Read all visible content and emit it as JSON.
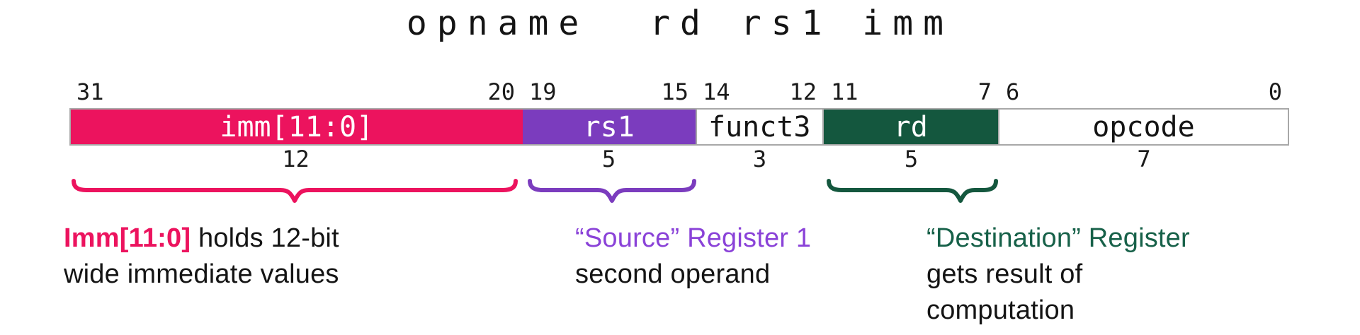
{
  "title": {
    "text": "opname  rd rs1 imm"
  },
  "colors": {
    "imm_pink": "#EC135E",
    "rs1_purple": "#7B3CBE",
    "rd_green": "#14573E",
    "white_field": "#FFFFFF",
    "border_gray": "#A8A8A8",
    "note_purple": "#8A42D8",
    "note_green": "#176149",
    "ink": "#141414"
  },
  "fields": [
    {
      "name": "imm",
      "label": "imm[11:0]",
      "high_bit": "31",
      "low_bit": "20",
      "width_bits": "12",
      "bg": "#EC135E",
      "fg": "#FFFFFF"
    },
    {
      "name": "rs1",
      "label": "rs1",
      "high_bit": "19",
      "low_bit": "15",
      "width_bits": "5",
      "bg": "#7B3CBE",
      "fg": "#FFFFFF"
    },
    {
      "name": "funct3",
      "label": "funct3",
      "high_bit": "14",
      "low_bit": "12",
      "width_bits": "3",
      "bg": "#FFFFFF",
      "fg": "#141414"
    },
    {
      "name": "rd",
      "label": "rd",
      "high_bit": "11",
      "low_bit": "7",
      "width_bits": "5",
      "bg": "#14573E",
      "fg": "#FFFFFF"
    },
    {
      "name": "opcode",
      "label": "opcode",
      "high_bit": "6",
      "low_bit": "0",
      "width_bits": "7",
      "bg": "#FFFFFF",
      "fg": "#141414"
    }
  ],
  "annotations": {
    "imm": {
      "highlight": "Imm[11:0]",
      "line1_rest": " holds 12-bit",
      "line2": "wide immediate values"
    },
    "rs1": {
      "line1": "“Source” Register 1",
      "line2": "second operand"
    },
    "rd": {
      "line1": "“Destination” Register",
      "line2": "gets result of",
      "line3": "computation"
    }
  }
}
